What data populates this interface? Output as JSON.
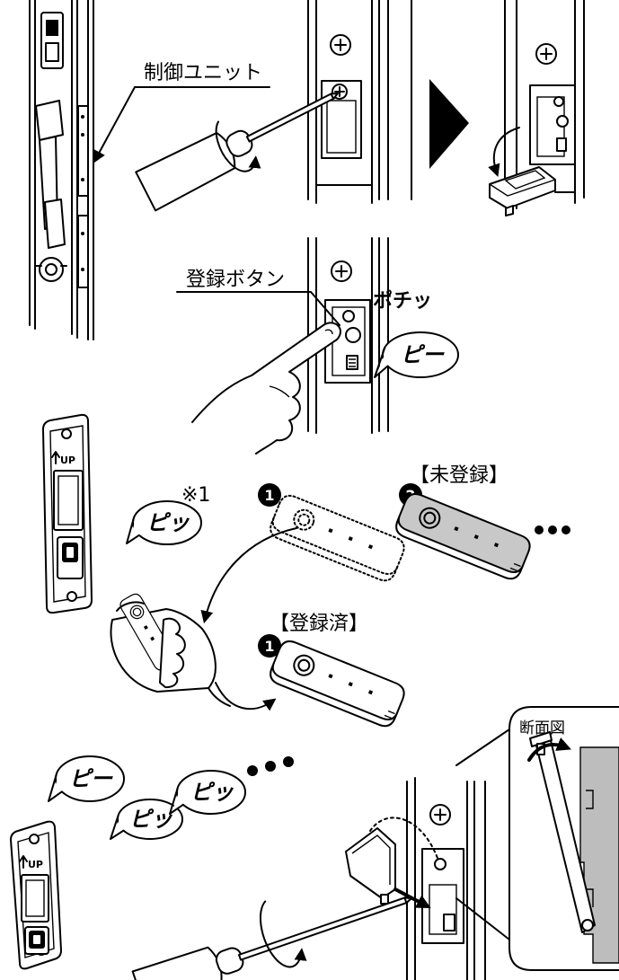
{
  "step1": {
    "control_unit_label": "制御ユニット"
  },
  "step2": {
    "register_button_label": "登録ボタン",
    "click_sound": "ポチッ",
    "beep": "ピー"
  },
  "step3": {
    "plate_up_label": "UP",
    "beep": "ピッ",
    "note_mark": "※1",
    "unregistered_badge": "1",
    "unregistered_label": "【未登録】",
    "second_badge": "2",
    "registered_label": "【登録済】",
    "registered_badge": "1"
  },
  "step4": {
    "plate_up_label": "UP",
    "beep_long": "ピー",
    "beep_short_1": "ピッ",
    "beep_short_2": "ピッ",
    "section_label": "断面図"
  },
  "icons": {
    "rotate": "rotation-arrow-icon",
    "next_step": "triangle-arrow-icon",
    "tool": "screwdriver-icon"
  },
  "colors": {
    "line": "#000000",
    "background": "#ffffff",
    "unregistered_key_fill": "#c8c8c8",
    "section_wall": "#bdbdbd"
  }
}
